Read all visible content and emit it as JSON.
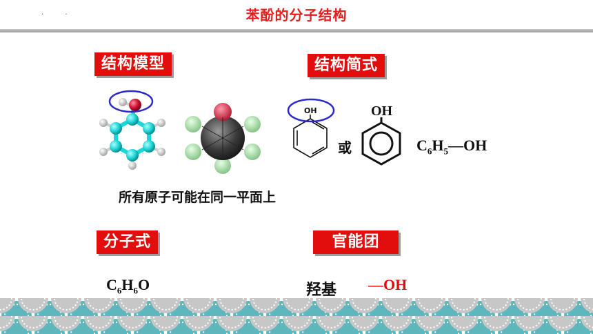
{
  "header": {
    "title": "苯酚的分子结构",
    "dots": "· ·"
  },
  "labels": {
    "model": "结构模型",
    "simple": "结构简式",
    "formula": "分子式",
    "functional": "官能团"
  },
  "simple_structure": {
    "oh_small": "OH",
    "or_text": "或",
    "oh_large": "OH",
    "condensed": {
      "c": "C",
      "c_sub": "6",
      "h": "H",
      "h_sub": "5",
      "tail": "—OH"
    }
  },
  "note": "所有原子可能在同一平面上",
  "molecular_formula": {
    "c": "C",
    "c_sub": "6",
    "h": "H",
    "h_sub": "6",
    "o": "O"
  },
  "functional_group": {
    "name": "羟基",
    "formula": "—OH"
  },
  "colors": {
    "accent": "#e20e0e",
    "ellipse": "#2a2acc",
    "carbon": "#1fd6d6",
    "oxygen": "#d01030",
    "hydrogen": "#e8e8e8"
  },
  "icons": [
    "ball-stick-model-icon",
    "space-filling-model-icon",
    "benzene-ring-icon",
    "aromatic-ring-icon",
    "scale-pattern-icon"
  ]
}
